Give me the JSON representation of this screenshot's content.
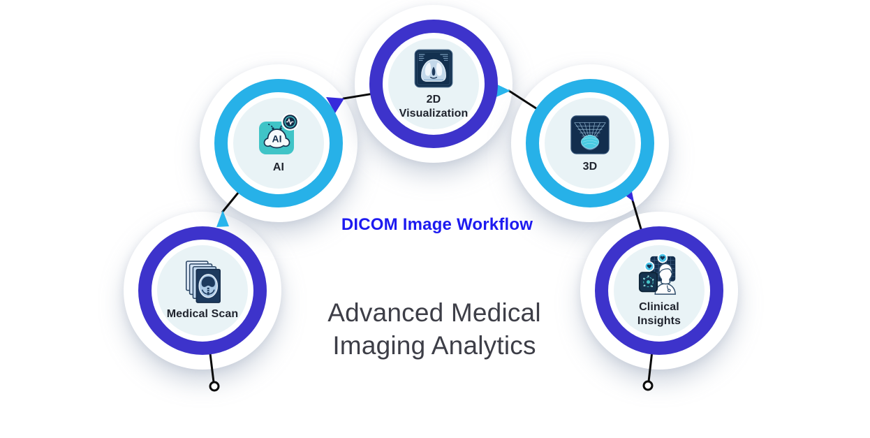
{
  "diagram": {
    "center": {
      "flow_title": "DICOM Image Workflow",
      "main_title": "Advanced Medical Imaging Analytics"
    },
    "nodes": [
      {
        "label": "Medical Scan",
        "ring_color": "#3d33cb",
        "icon": "medical-scan-films-icon"
      },
      {
        "label": "AI",
        "ring_color": "#27b1e8",
        "icon": "ai-robot-icon"
      },
      {
        "label": "2D Visualization",
        "ring_color": "#3d33cb",
        "icon": "ct-slice-2d-icon"
      },
      {
        "label": "3D",
        "ring_color": "#27b1e8",
        "icon": "mesh-3d-icon"
      },
      {
        "label": "Clinical Insights",
        "ring_color": "#3d33cb",
        "icon": "clinician-insights-icon"
      }
    ],
    "flow_order": [
      "Medical Scan",
      "AI",
      "2D Visualization",
      "3D",
      "Clinical Insights"
    ],
    "colors": {
      "ring_indigo": "#3d33cb",
      "ring_cyan": "#27b1e8",
      "arrow_indigo": "#372adb",
      "arrow_cyan": "#29b5ec",
      "connector_black": "#0b0b0b",
      "flow_title_blue": "#1d1af0",
      "main_title_gray": "#3d3e47",
      "node_inner_fill": "#e9f3f6",
      "icon_navy": "#13304f",
      "icon_teal": "#40c4c7"
    }
  }
}
